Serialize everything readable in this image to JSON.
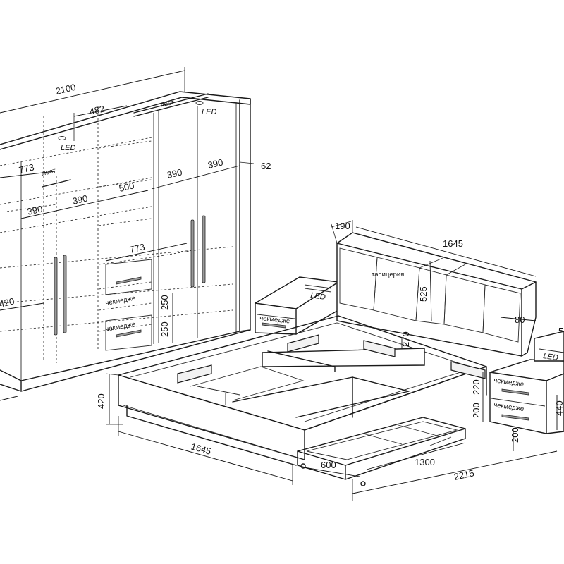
{
  "dimensions": {
    "wardrobe_width": "2100",
    "section_482": "482",
    "section_773_top": "773",
    "section_773_mid": "773",
    "section_390_a": "390",
    "section_390_b": "390",
    "section_390_c": "390",
    "section_390_d": "390",
    "section_500": "500",
    "depth_62": "62",
    "height_420_left": "420",
    "drawer_250_a": "250",
    "drawer_250_b": "250",
    "headboard_190": "190",
    "headboard_1645": "1645",
    "headboard_525": "525",
    "depth_80": "80",
    "side_5": "5",
    "height_270": "270",
    "bed_height_420": "420",
    "bed_width_1645": "1645",
    "nightstand_220": "220",
    "nightstand_200": "200",
    "nightstand_440": "440",
    "drawer_600": "600",
    "drawer_1300": "1300",
    "drawer_height_200": "200",
    "bed_length_2215": "2215"
  },
  "labels": {
    "post_top": "лост",
    "post_mid": "лост",
    "led_top": "LED",
    "led_left": "LED",
    "led_nightstand_left": "LED",
    "led_nightstand_right": "LED",
    "upholstery": "тапицерия",
    "drawer_label_1": "чекмедже",
    "drawer_label_2": "чекмедже",
    "nightstand_drawer_left": "чекмедже",
    "nightstand_drawer_right_1": "чекмедже",
    "nightstand_drawer_right_2": "чекмедже"
  }
}
